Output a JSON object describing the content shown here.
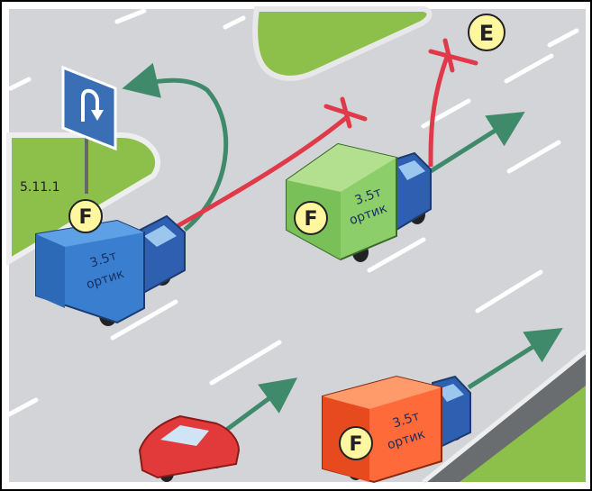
{
  "sign": {
    "code": "5.11.1"
  },
  "markers": {
    "vehicle_label": "F",
    "destination_label": "E"
  },
  "trucks": {
    "blue": {
      "weight": "3.5т",
      "brand": "ортик"
    },
    "green": {
      "weight": "3.5т",
      "brand": "ортик"
    },
    "red": {
      "weight": "3.5т",
      "brand": "ортик"
    }
  },
  "colors": {
    "road": "#d2d4d8",
    "grass": "#8cc04a",
    "blue_truck": "#3a7fcf",
    "green_truck": "#8ccf6a",
    "red_truck": "#ff6a3a",
    "allowed_arrow": "#3f8a6a",
    "forbidden_arrow": "#e03a4a",
    "sign_blue": "#3b6fb5"
  },
  "icons": [
    "u-turn-sign-icon",
    "forbidden-cross-icon",
    "allowed-arrow-icon"
  ]
}
